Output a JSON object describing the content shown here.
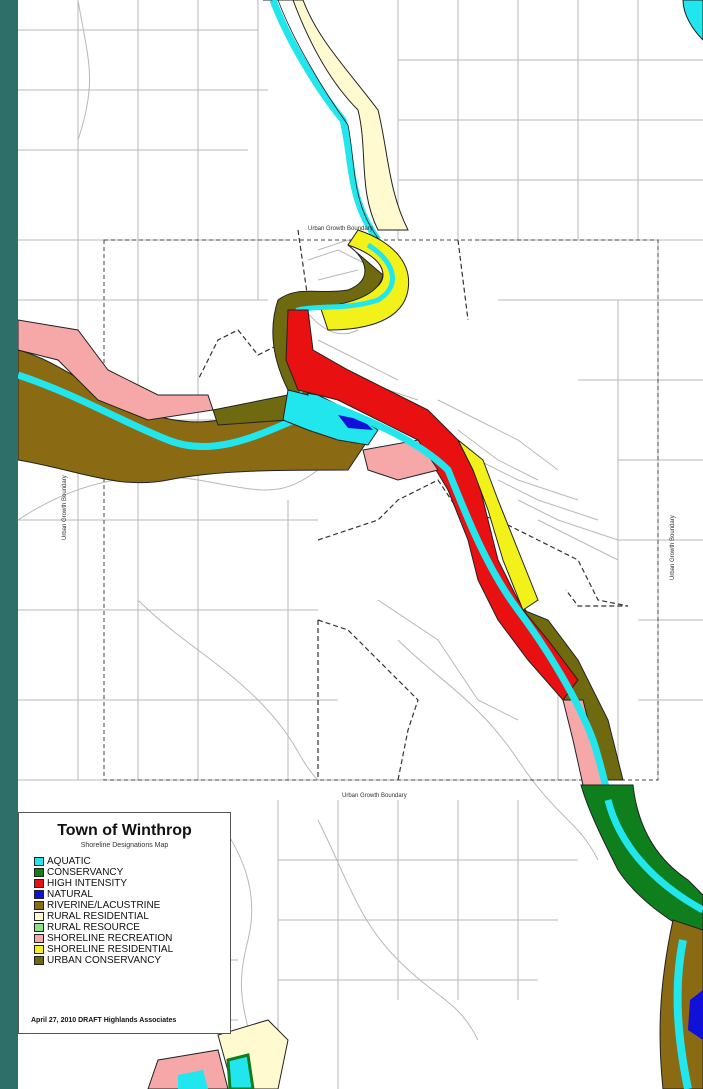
{
  "legend": {
    "title": "Town of Winthrop",
    "subtitle": "Shoreline Designations Map",
    "items": [
      {
        "label": "AQUATIC",
        "color": "#22e6ee"
      },
      {
        "label": "CONSERVANCY",
        "color": "#0f7f1e"
      },
      {
        "label": "HIGH INTENSITY",
        "color": "#e81010"
      },
      {
        "label": "NATURAL",
        "color": "#1010d8"
      },
      {
        "label": "RIVERINE/LACUSTRINE",
        "color": "#8a6a12"
      },
      {
        "label": "RURAL RESIDENTIAL",
        "color": "#fffad0"
      },
      {
        "label": "RURAL RESOURCE",
        "color": "#8ce08c"
      },
      {
        "label": "SHORELINE RECREATION",
        "color": "#f6a8a8"
      },
      {
        "label": "SHORELINE RESIDENTIAL",
        "color": "#f2f21a"
      },
      {
        "label": "URBAN CONSERVANCY",
        "color": "#6f6a10"
      }
    ],
    "footer": "April 27, 2010 DRAFT  Highlands Associates"
  },
  "boundary_labels": {
    "top": "Urban Growth Boundary",
    "bottom": "Urban Growth Boundary",
    "left": "Urban Growth Boundary",
    "right": "Urban Growth Boundary"
  },
  "colors": {
    "background_strip": "#2f6f6a",
    "parcel_lines": "#b8b8b8"
  }
}
